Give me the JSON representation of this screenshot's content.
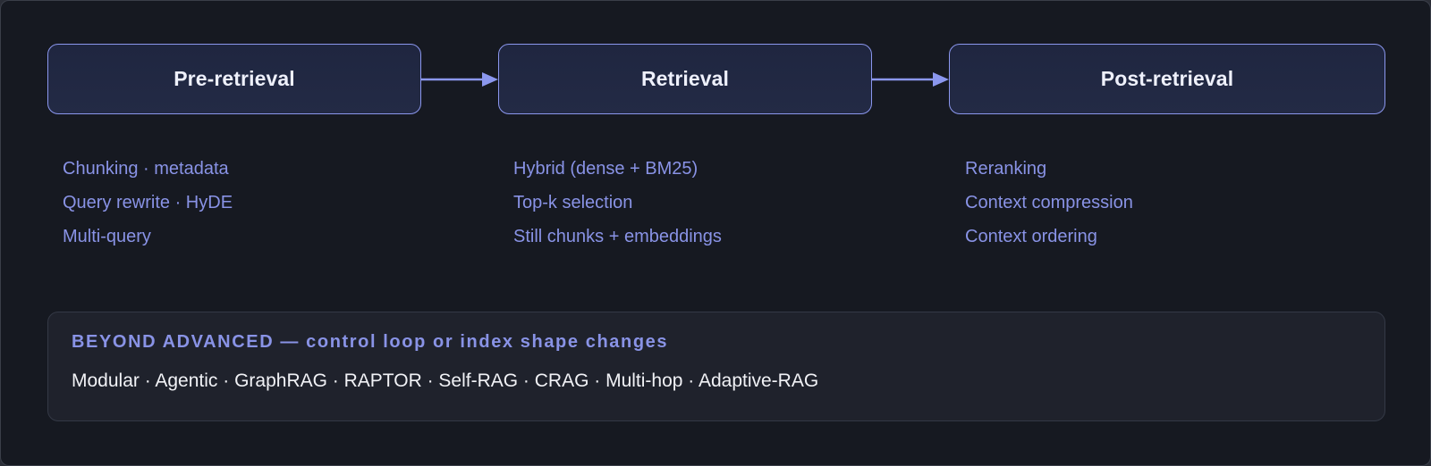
{
  "stages": [
    {
      "title": "Pre-retrieval",
      "items": [
        "Chunking · metadata",
        "Query rewrite · HyDE",
        "Multi-query"
      ]
    },
    {
      "title": "Retrieval",
      "items": [
        "Hybrid (dense + BM25)",
        "Top-k selection",
        "Still chunks + embeddings"
      ]
    },
    {
      "title": "Post-retrieval",
      "items": [
        "Reranking",
        "Context compression",
        "Context ordering"
      ]
    }
  ],
  "beyond": {
    "heading": "BEYOND ADVANCED — control loop or index shape changes",
    "methods": "Modular · Agentic · GraphRAG · RAPTOR · Self-RAG · CRAG · Multi-hop · Adaptive-RAG"
  },
  "colors": {
    "background": "#161921",
    "box_border": "#8b97ee",
    "item_text": "#8993e6",
    "title_text": "#eef0fb"
  }
}
